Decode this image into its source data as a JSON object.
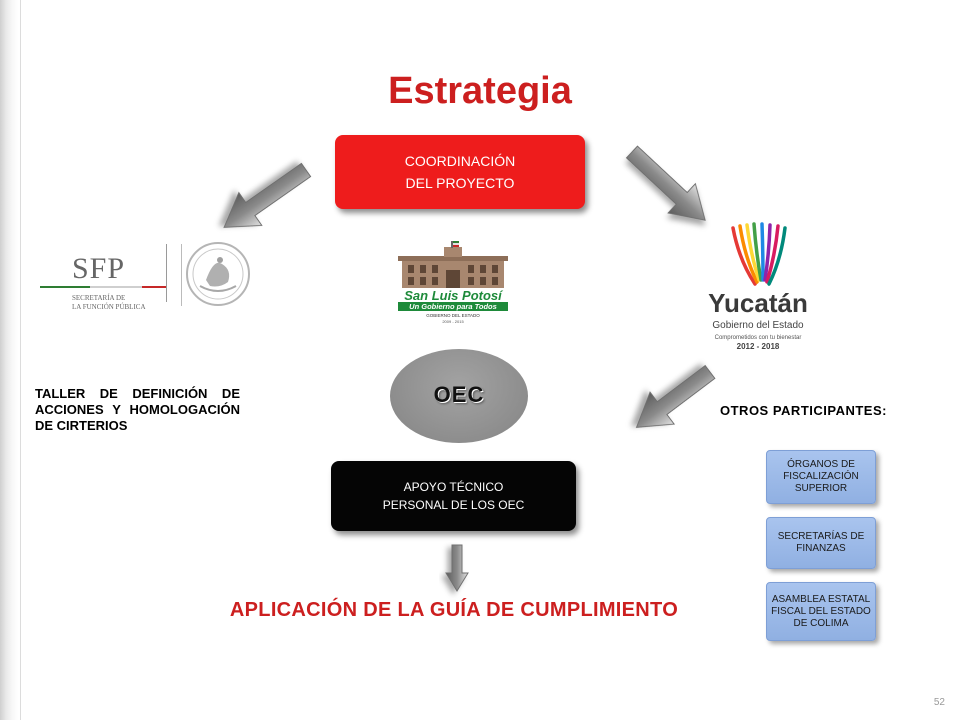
{
  "title": "Estrategia",
  "coordinacion": {
    "line1": "COORDINACIÓN",
    "line2": "DEL PROYECTO"
  },
  "center": {
    "label": "OEC"
  },
  "apoyo": {
    "line1": "APOYO TÉCNICO",
    "line2": "PERSONAL DE LOS OEC"
  },
  "taller": "TALLER DE DEFINICIÓN DE ACCIONES Y HOMOLOGACIÓN DE CIRTERIOS",
  "otros_title": "OTROS PARTICIPANTES:",
  "participants": [
    "ÓRGANOS DE FISCALIZACIÓN SUPERIOR",
    "SECRETARÍAS DE FINANZAS",
    "ASAMBLEA ESTATAL FISCAL DEL ESTADO DE COLIMA"
  ],
  "aplicacion": "APLICACIÓN DE LA GUÍA DE CUMPLIMIENTO",
  "logos": {
    "sfp": {
      "acronym": "SFP",
      "line1": "SECRETARÍA DE",
      "line2": "LA FUNCIÓN PÚBLICA"
    },
    "slp": {
      "name": "San Luis Potosí",
      "tagline": "Un Gobierno para Todos",
      "sub": "GOBIERNO DEL ESTADO",
      "years": "2009 - 2015"
    },
    "yucatan": {
      "name": "Yucatán",
      "sub": "Gobierno del Estado",
      "tagline": "Comprometidos con tu bienestar",
      "years": "2012 - 2018"
    }
  },
  "page_number": "52",
  "colors": {
    "accent_red": "#cc1f1f",
    "box_red": "#ee1c1c",
    "box_black": "#050505",
    "box_blue": "#9bb9e8",
    "oval_gray": "#929292"
  }
}
